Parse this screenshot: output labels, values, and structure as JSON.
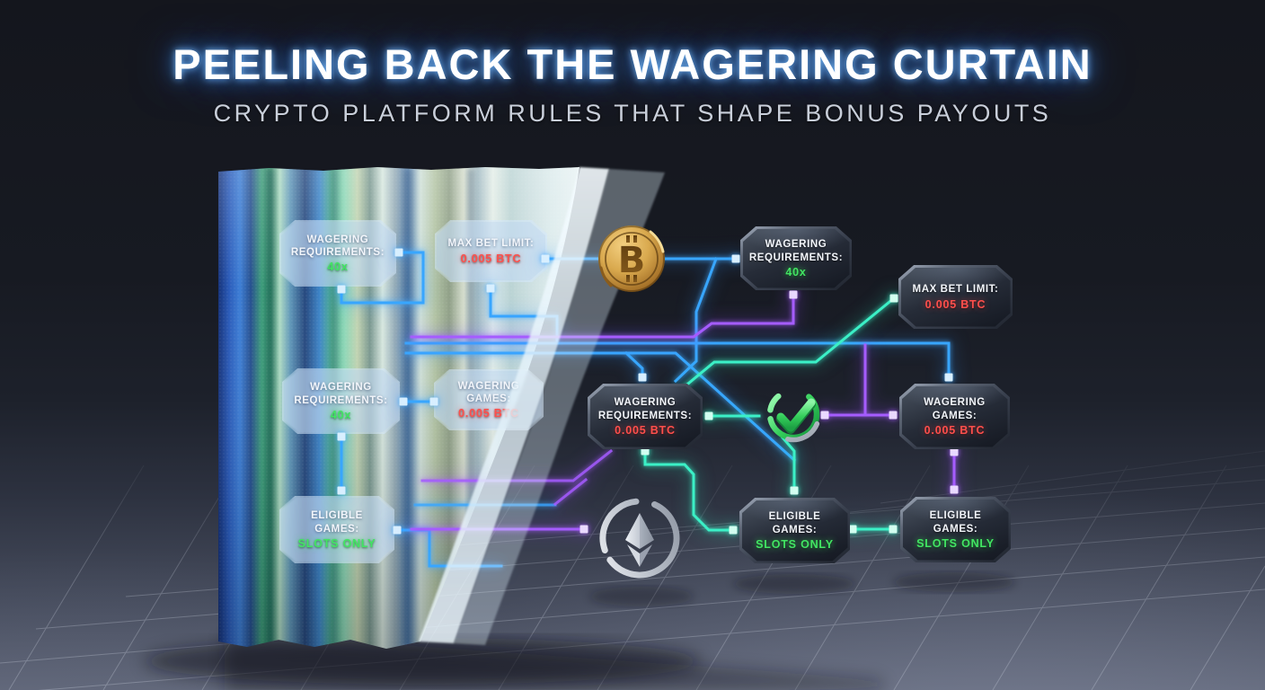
{
  "header": {
    "title": "PEELING BACK THE WAGERING CURTAIN",
    "subtitle": "CRYPTO PLATFORM RULES THAT SHAPE BONUS PAYOUTS"
  },
  "nodes": {
    "curtain_wagering_req_top": {
      "label": "WAGERING REQUIREMENTS:",
      "value": "40x",
      "value_color": "#42e563",
      "style": "glass"
    },
    "curtain_max_bet": {
      "label": "MAX BET LIMIT:",
      "value": "0.005 BTC",
      "value_color": "#ff4f4c",
      "style": "glass"
    },
    "curtain_wagering_req_mid": {
      "label": "WAGERING REQUIREMENTS:",
      "value": "40x",
      "value_color": "#42e563",
      "style": "glass"
    },
    "curtain_wagering_games": {
      "label": "WAGERING GAMES:",
      "value": "0.005 BTC",
      "value_color": "#ff4f4c",
      "style": "glass"
    },
    "curtain_eligible_games": {
      "label": "ELIGIBLE GAMES:",
      "value": "SLOTS ONLY",
      "value_color": "#42e563",
      "style": "glass"
    },
    "center_wagering_req": {
      "label": "WAGERING REQUIREMENTS:",
      "value": "0.005 BTC",
      "value_color": "#ff4f4c",
      "style": "dark"
    },
    "right_wagering_req": {
      "label": "WAGERING REQUIREMENTS:",
      "value": "40x",
      "value_color": "#42e563",
      "style": "dark"
    },
    "right_max_bet": {
      "label": "MAX BET LIMIT:",
      "value": "0.005 BTC",
      "value_color": "#ff4f4c",
      "style": "dark"
    },
    "right_wagering_games": {
      "label": "WAGERING GAMES:",
      "value": "0.005 BTC",
      "value_color": "#ff4f4c",
      "style": "dark"
    },
    "bottom_eligible_left": {
      "label": "ELIGIBLE GAMES:",
      "value": "SLOTS ONLY",
      "value_color": "#42e563",
      "style": "dark"
    },
    "bottom_eligible_right": {
      "label": "ELIGIBLE GAMES:",
      "value": "SLOTS ONLY",
      "value_color": "#42e563",
      "style": "dark"
    }
  },
  "icons": {
    "bitcoin": {
      "name": "bitcoin-icon",
      "symbol": "₿",
      "letter": "B"
    },
    "ethereum": {
      "name": "ethereum-icon"
    },
    "checkmark": {
      "name": "checkmark-icon"
    }
  },
  "colors": {
    "line_blue": "#38a6ff",
    "line_purple": "#a55cff",
    "line_teal": "#3bf0c6",
    "value_green": "#42e563",
    "value_red": "#ff4f4c",
    "title_glow": "#55aaff"
  }
}
